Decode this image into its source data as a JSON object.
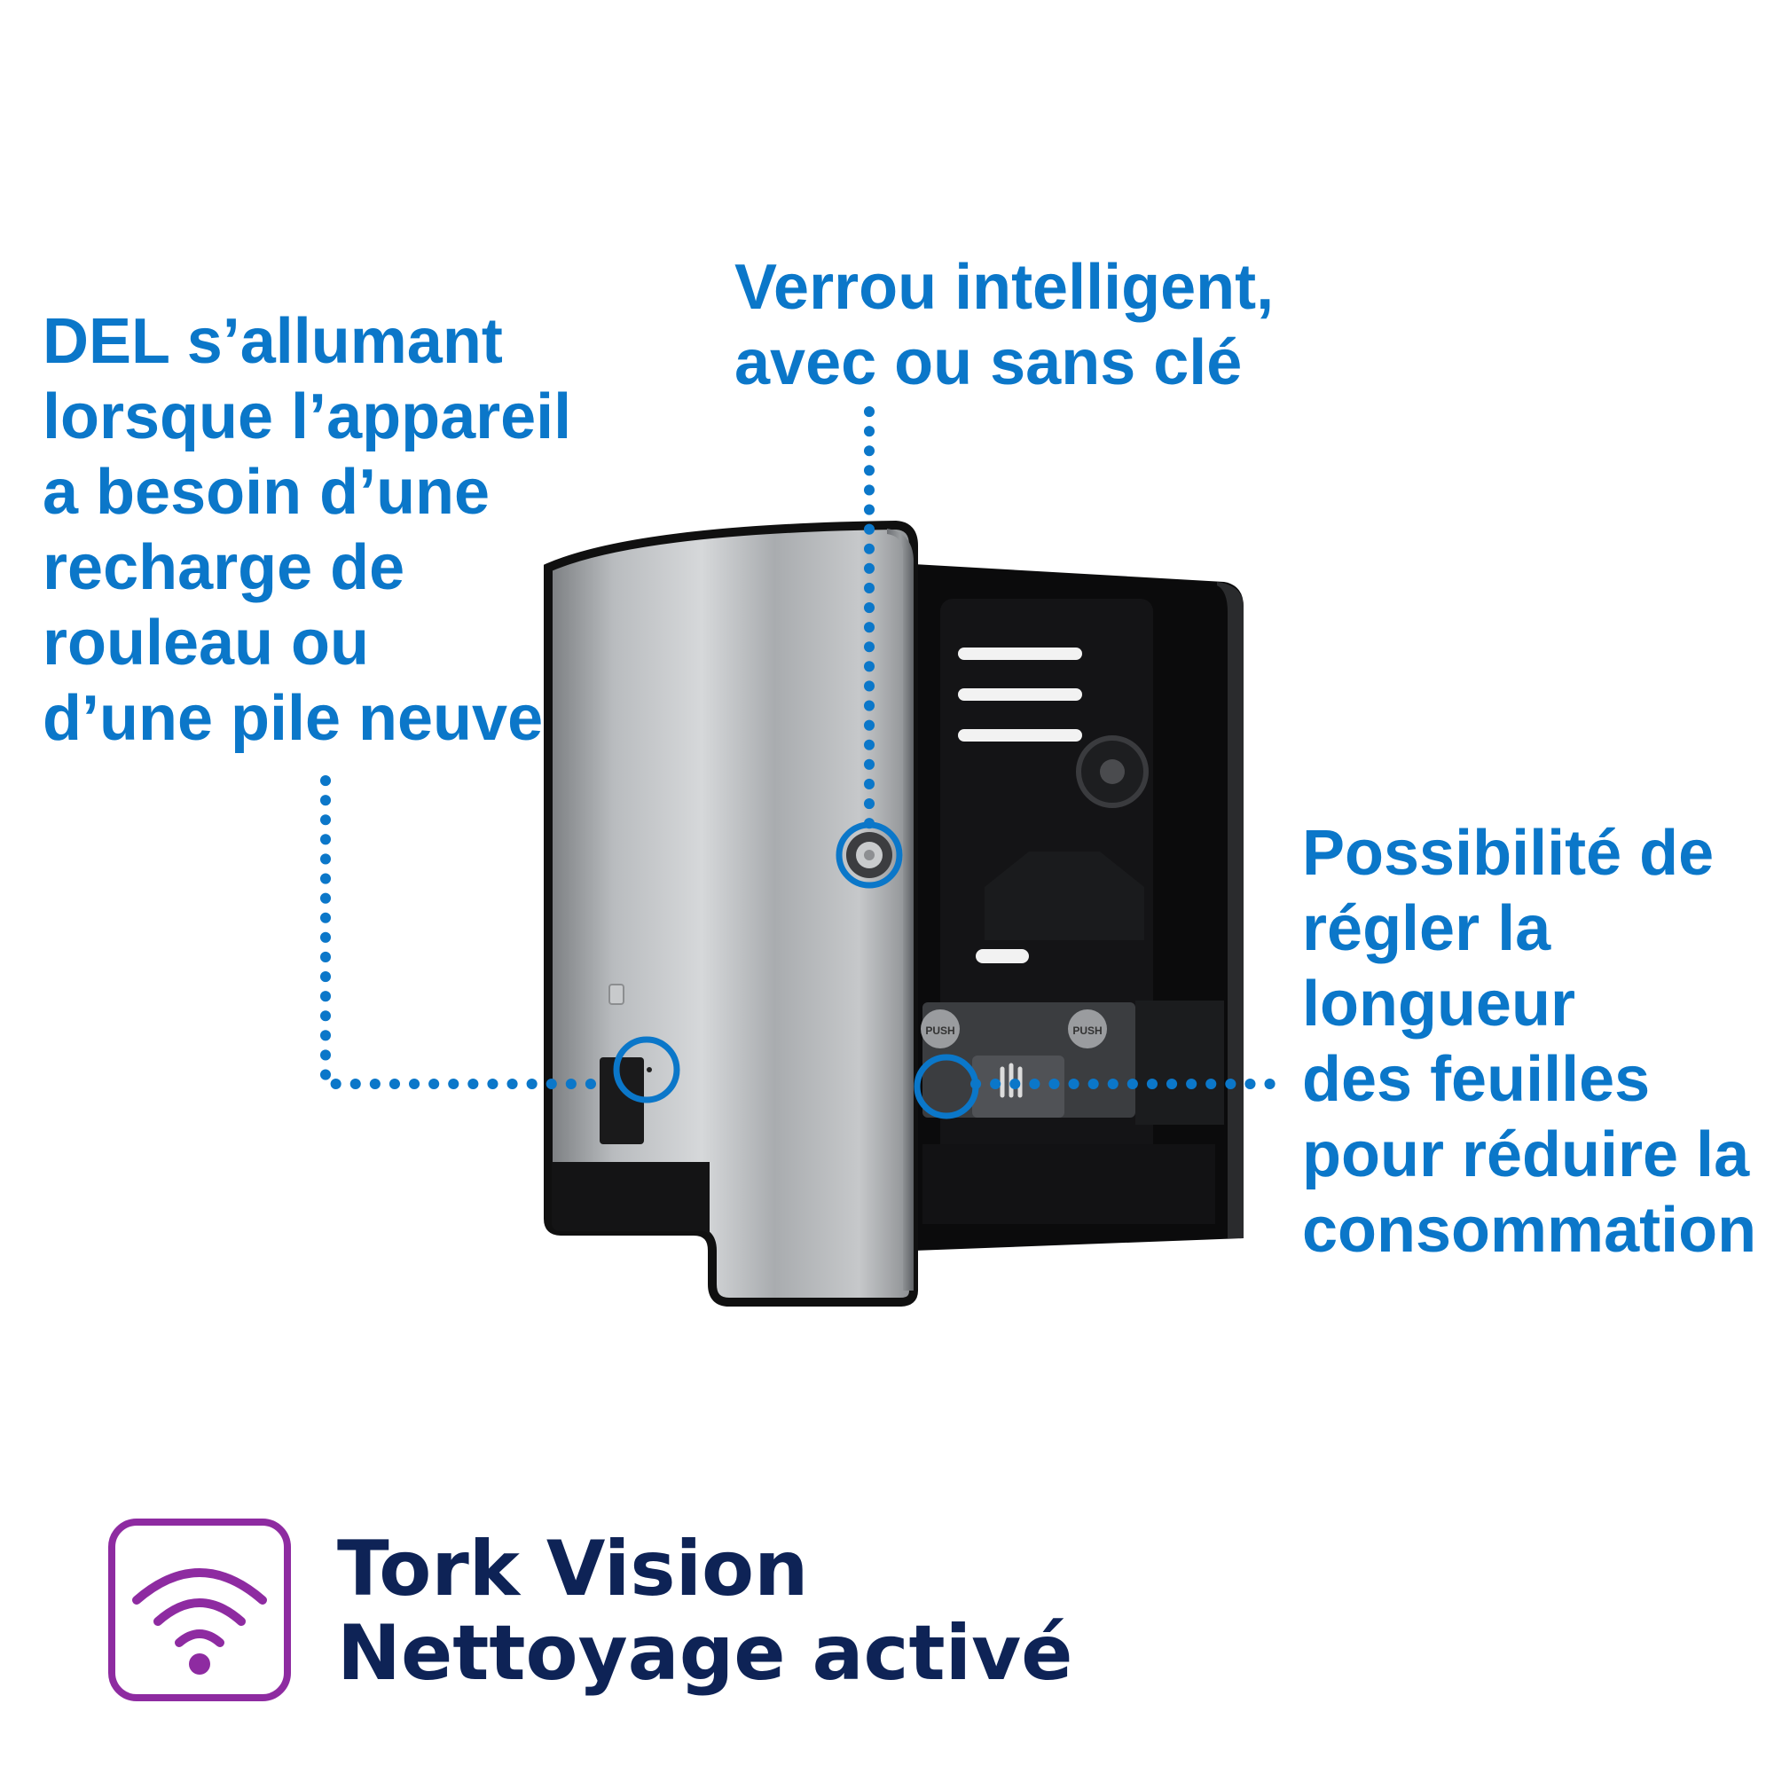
{
  "colors": {
    "accent": "#0b77c9",
    "brand_navy": "#0e2356",
    "icon_purple": "#8e2ba1"
  },
  "callouts": {
    "led": "DEL s’allumant\nlorsque l’appareil\na besoin d’une\nrecharge de\nrouleau ou\nd’une pile neuve",
    "lock": "Verrou intelligent,\navec ou sans clé",
    "length": "Possibilité de\nrégler la\nlongueur\ndes feuilles\npour réduire la\nconsommation"
  },
  "product": {
    "icon": "paper-towel-dispenser",
    "panel_labels": [
      "PUSH",
      "PUSH"
    ]
  },
  "brand": {
    "icon": "wifi-signal-icon",
    "line1": "Tork Vision",
    "line2": "Nettoyage activé"
  }
}
